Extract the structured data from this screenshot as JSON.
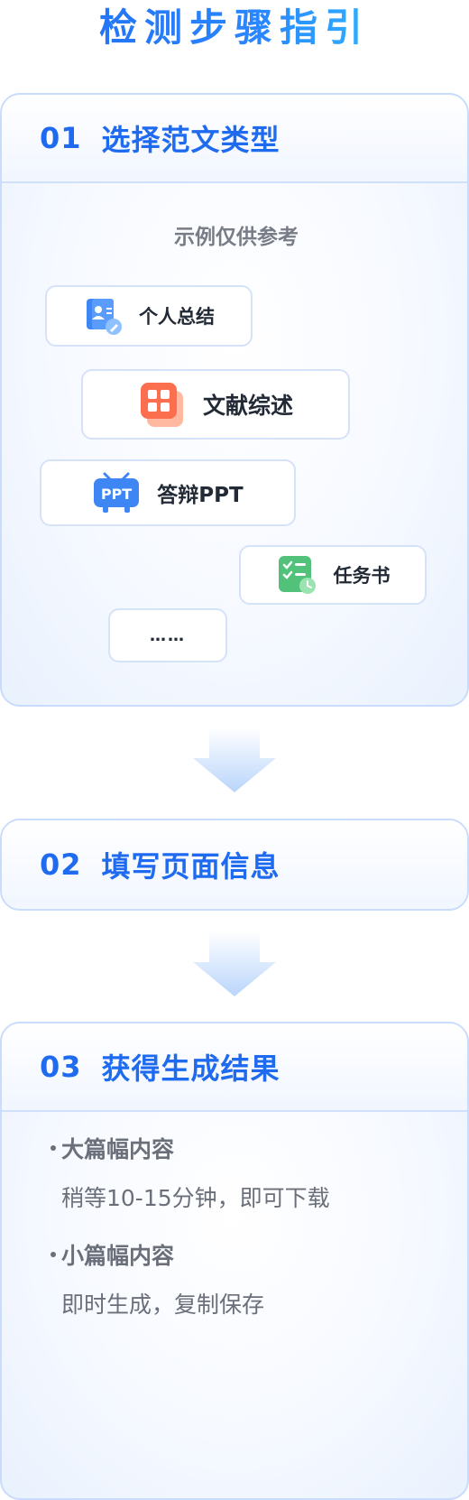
{
  "page": {
    "title": "检测步骤指引"
  },
  "steps": [
    {
      "num": "01",
      "title": "选择范文类型"
    },
    {
      "num": "02",
      "title": "填写页面信息"
    },
    {
      "num": "03",
      "title": "获得生成结果"
    }
  ],
  "step1": {
    "note": "示例仅供参考",
    "types": [
      {
        "label": "个人总结",
        "icon": "personal-summary-icon"
      },
      {
        "label": "文献综述",
        "icon": "literature-review-icon"
      },
      {
        "label": "答辩PPT",
        "icon": "ppt-icon"
      },
      {
        "label": "任务书",
        "icon": "task-book-icon"
      },
      {
        "label": "……"
      }
    ]
  },
  "step3": {
    "results": [
      {
        "head": "大篇幅内容",
        "desc": "稍等10-15分钟，即可下载"
      },
      {
        "head": "小篇幅内容",
        "desc": "即时生成，复制保存"
      }
    ]
  },
  "colors": {
    "accent": "#1f6bf0",
    "border": "#c9dcfb"
  }
}
